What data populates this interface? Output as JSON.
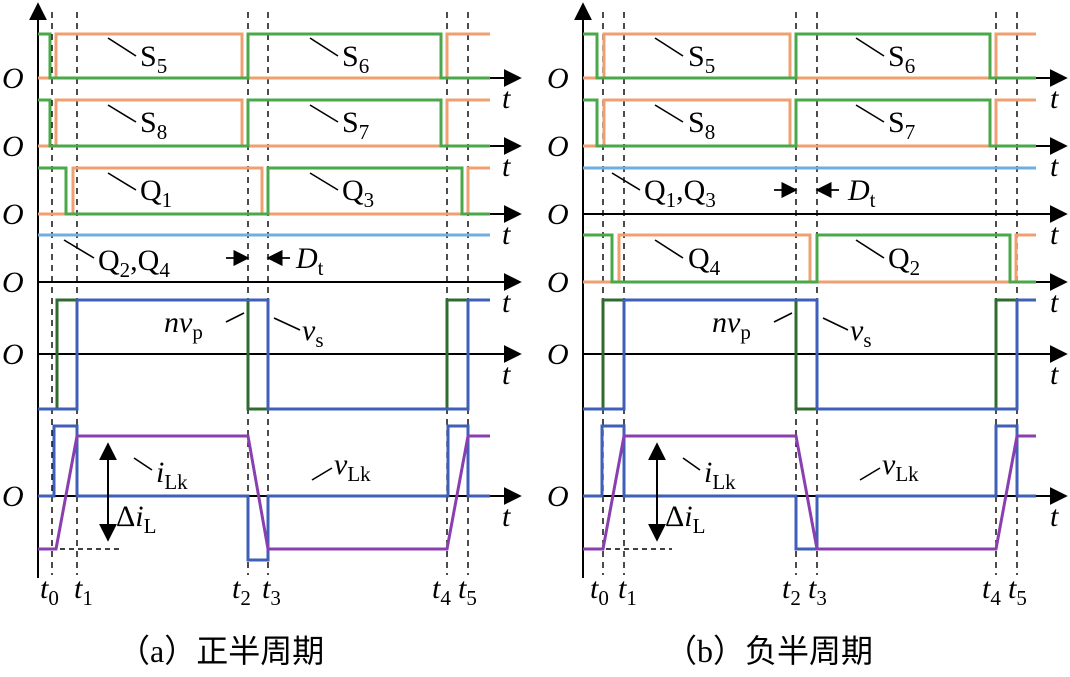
{
  "colors": {
    "orange": "#f0a070",
    "green": "#4aa84a",
    "lightblue": "#70aee0",
    "darkgreen": "#2f6b2f",
    "blue": "#3f5fb8",
    "purple": "#8a3fb0",
    "axis": "#000000"
  },
  "axis_labels": {
    "origin": "O",
    "time": "t"
  },
  "ticks": [
    "t0",
    "t1",
    "t2",
    "t3",
    "t4",
    "t5"
  ],
  "panels": [
    {
      "id": "a",
      "caption": "（a）正半周期",
      "rows": [
        {
          "label_main": "S",
          "label_sub": "5",
          "label2_main": "S",
          "label2_sub": "6"
        },
        {
          "label_main": "S",
          "label_sub": "8",
          "label2_main": "S",
          "label2_sub": "7"
        },
        {
          "label_main": "Q",
          "label_sub": "1",
          "label2_main": "Q",
          "label2_sub": "3"
        },
        {
          "label_main": "Q2,Q4"
        }
      ],
      "dead_time_label": "Dt",
      "voltage_labels": {
        "primary": "nvp",
        "secondary": "vs"
      },
      "current_labels": {
        "inductor_current": "iLk",
        "inductor_voltage": "vLk",
        "ripple": "ΔiL"
      }
    },
    {
      "id": "b",
      "caption": "（b）负半周期",
      "rows": [
        {
          "label_main": "S",
          "label_sub": "5",
          "label2_main": "S",
          "label2_sub": "6"
        },
        {
          "label_main": "S",
          "label_sub": "8",
          "label2_main": "S",
          "label2_sub": "7"
        },
        {
          "label_main": "Q1,Q3"
        },
        {
          "label_main": "Q",
          "label_sub": "4",
          "label2_main": "Q",
          "label2_sub": "2"
        }
      ],
      "dead_time_label": "Dt",
      "voltage_labels": {
        "primary": "nvp",
        "secondary": "vs"
      },
      "current_labels": {
        "inductor_current": "iLk",
        "inductor_voltage": "vLk",
        "ripple": "ΔiL"
      }
    }
  ]
}
